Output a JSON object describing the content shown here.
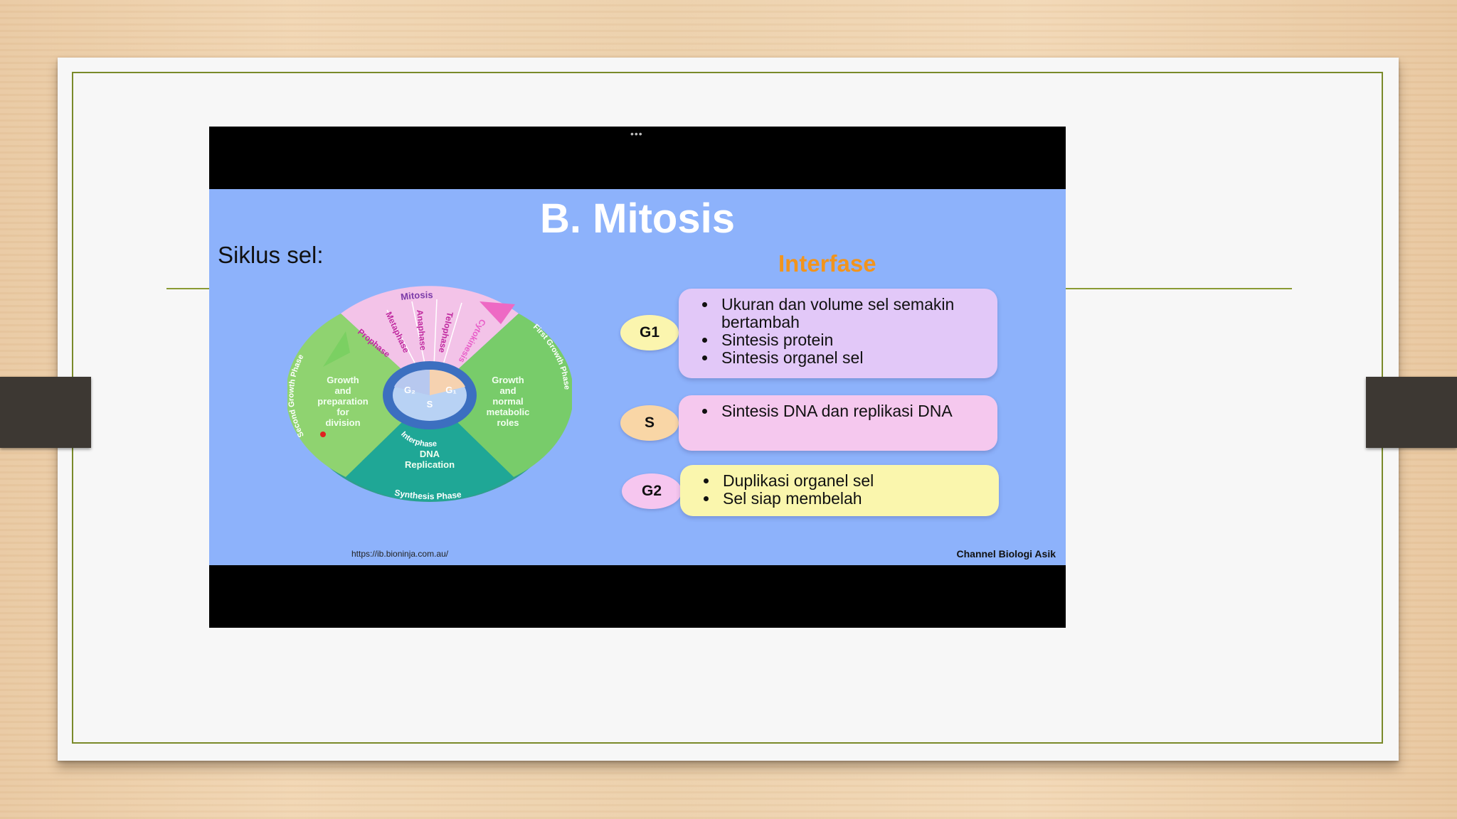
{
  "slide": {
    "title": "B. Mitosis",
    "subtitle": "Siklus sel:",
    "interfase_heading": "Interfase",
    "source_url": "https://ib.bioninja.com.au/",
    "channel": "Channel Biologi Asik"
  },
  "phases": [
    {
      "label": "G1",
      "color": "#fbf5ae",
      "box_color": "#e2c8f8",
      "points": [
        "Ukuran dan volume sel semakin bertambah",
        "Sintesis protein",
        "Sintesis organel sel"
      ]
    },
    {
      "label": "S",
      "color": "#f9d6a6",
      "box_color": "#f5c8ee",
      "points": [
        "Sintesis DNA dan replikasi DNA"
      ]
    },
    {
      "label": "G2",
      "color": "#f6c6ef",
      "box_color": "#faf6ad",
      "points": [
        "Duplikasi organel sel",
        "Sel siap membelah"
      ]
    }
  ],
  "wheel": {
    "mitosis": "Mitosis",
    "mitosis_stages": [
      "Prophase",
      "Metaphase",
      "Anaphase",
      "Telophase",
      "Cytokinesis"
    ],
    "g2_text": [
      "Growth",
      "and",
      "preparation",
      "for",
      "division"
    ],
    "g1_text": [
      "Growth",
      "and",
      "normal",
      "metabolic",
      "roles"
    ],
    "dna_text": [
      "DNA",
      "Replication"
    ],
    "center": {
      "g2": "G₂",
      "g1": "G₁",
      "s": "S",
      "interphase": "Interphase"
    },
    "ring_labels": {
      "second": "Second Growth Phase",
      "first": "First Growth Phase",
      "synthesis": "Synthesis Phase"
    }
  }
}
